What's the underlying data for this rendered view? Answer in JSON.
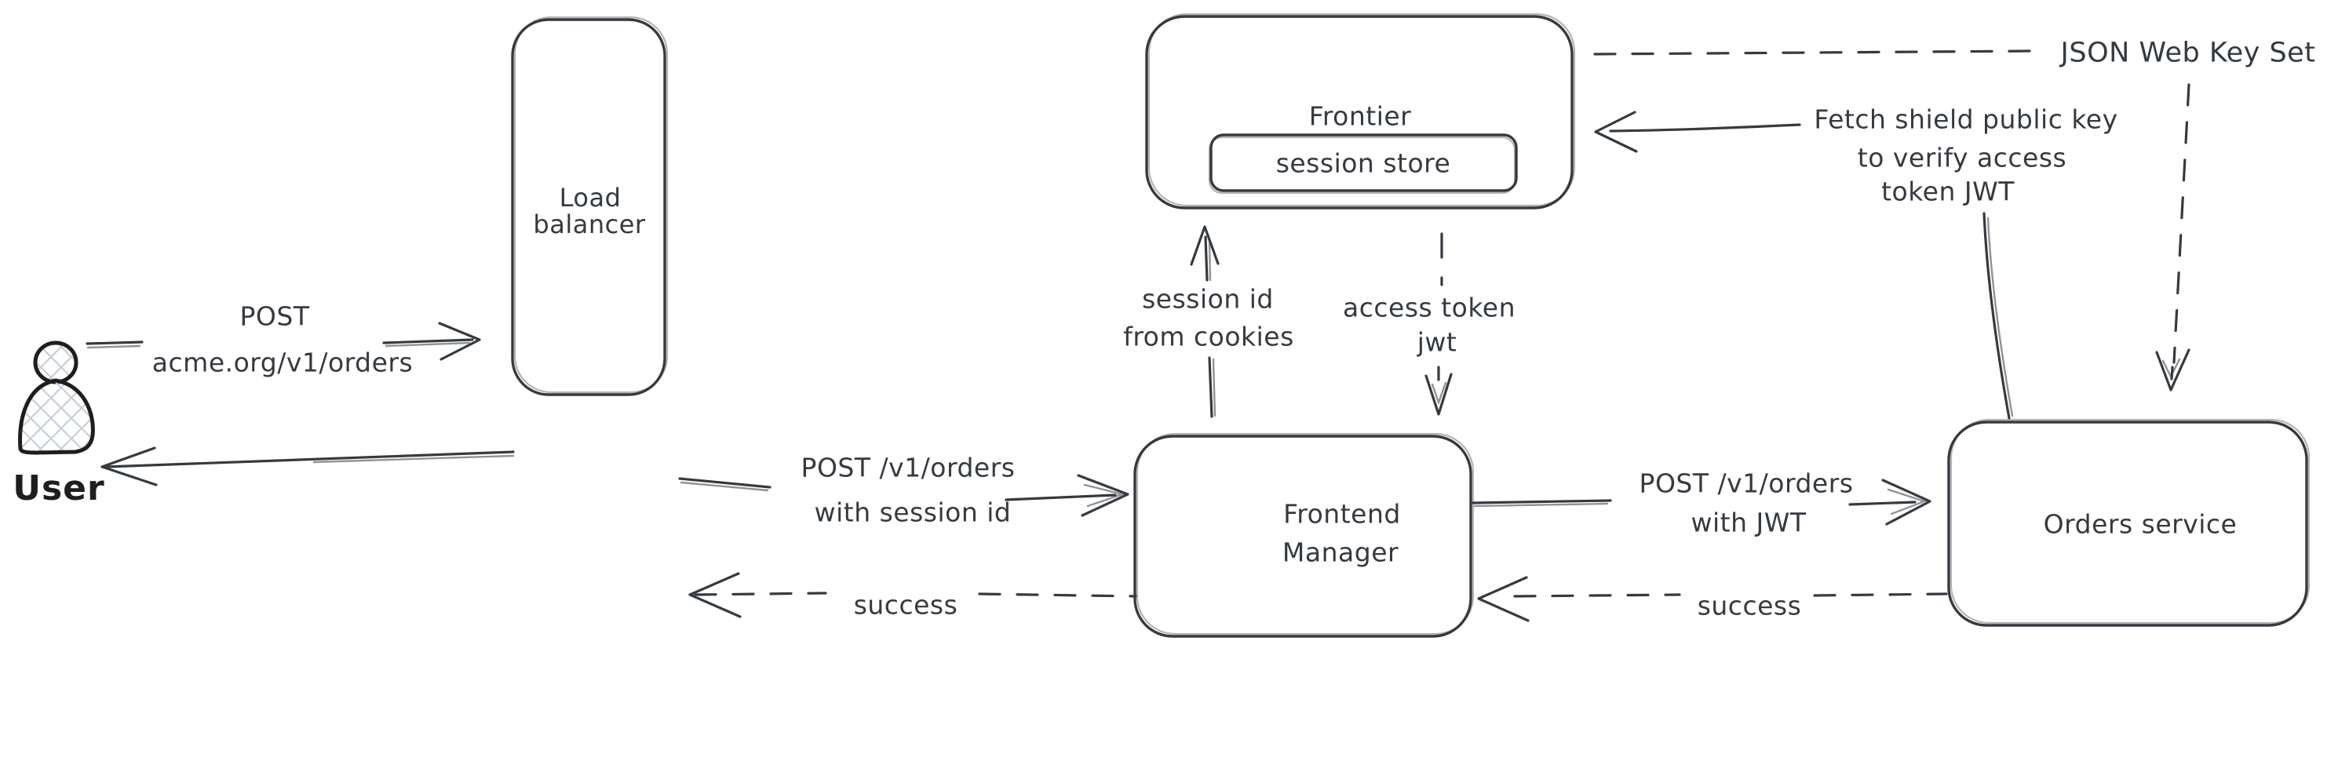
{
  "diagram": {
    "colors": {
      "stroke": "#343a40",
      "user_stroke": "#1e1e1e",
      "hatch": "#c7cfd8",
      "background": "#ffffff"
    },
    "nodes": {
      "user": {
        "label": "User"
      },
      "load_balancer": {
        "line1": "Load",
        "line2": "balancer"
      },
      "frontier": {
        "label": "Frontier"
      },
      "session_store": {
        "label": "session store"
      },
      "frontend_manager": {
        "line1": "Frontend",
        "line2": "Manager"
      },
      "orders_service": {
        "label": "Orders service"
      },
      "jwks": {
        "label": "JSON Web Key Set"
      }
    },
    "edges": {
      "user_to_load_balancer": {
        "line1": "POST",
        "line2": "acme.org/v1/orders"
      },
      "load_balancer_to_frontend_manager": {
        "line1": "POST /v1/orders",
        "line2": "with session id"
      },
      "frontend_manager_to_load_balancer": {
        "label": "success"
      },
      "frontend_manager_to_frontier": {
        "line1": "session id",
        "line2": "from cookies"
      },
      "frontier_to_frontend_manager": {
        "line1": "access token",
        "line2": "jwt"
      },
      "frontend_manager_to_orders_service": {
        "line1": "POST /v1/orders",
        "line2": "with JWT"
      },
      "orders_service_to_frontend_manager": {
        "label": "success"
      },
      "orders_service_to_frontier": {
        "line1": "Fetch shield public key",
        "line2": "to verify access",
        "line3": "token JWT"
      }
    }
  }
}
